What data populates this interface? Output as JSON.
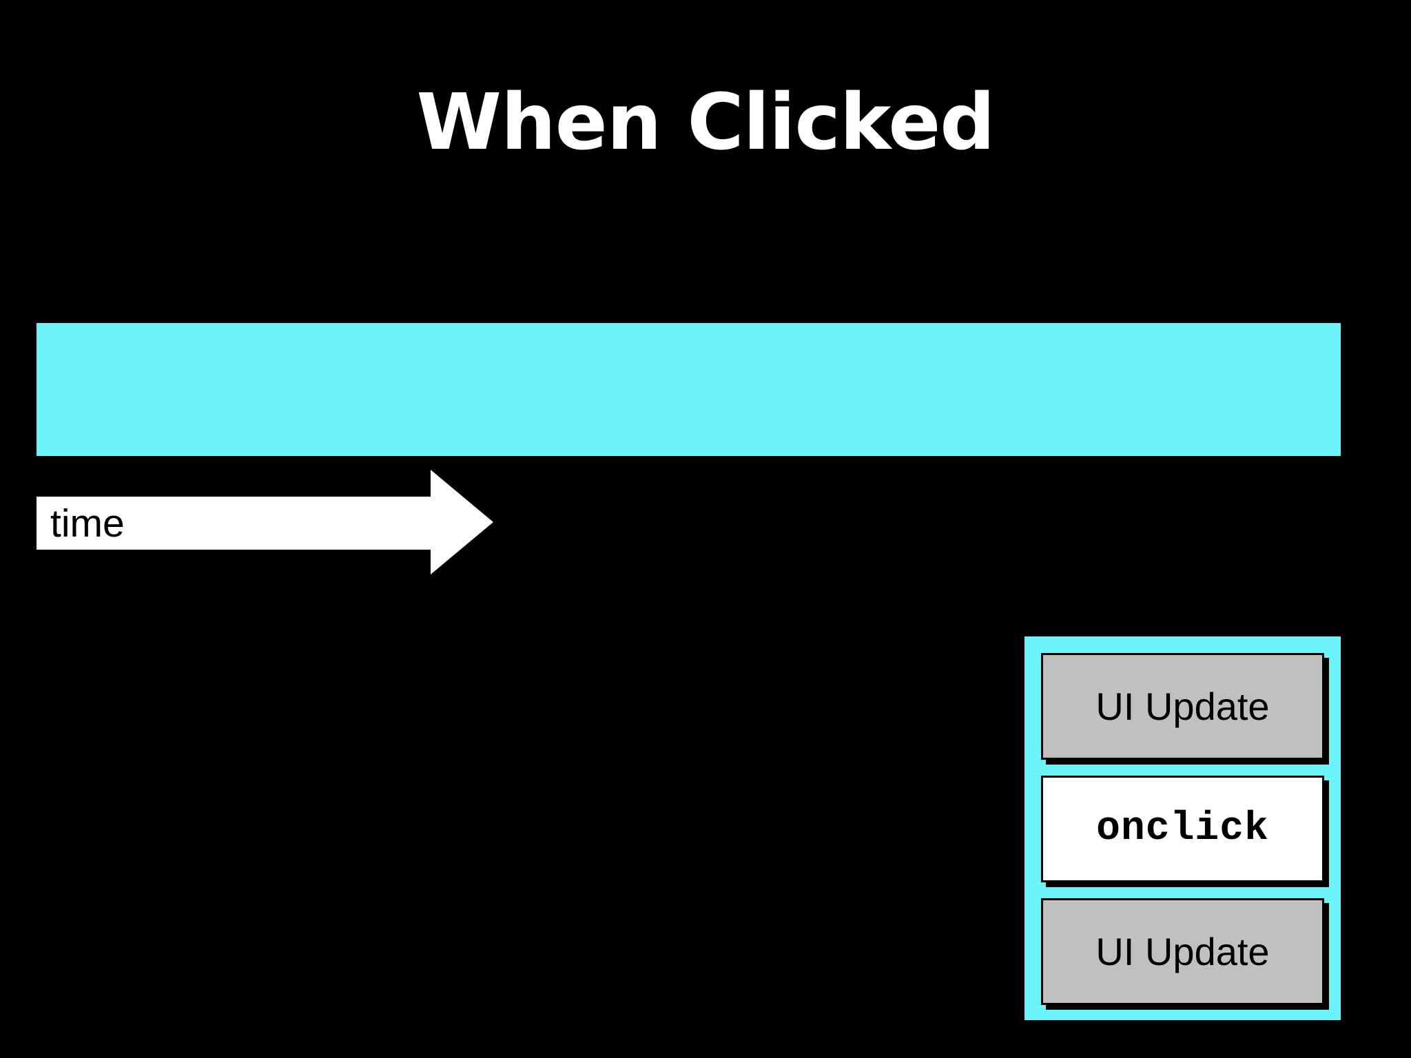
{
  "slide": {
    "title": "When Clicked",
    "background_color": "#000000"
  },
  "timeline": {
    "bar": {
      "name": "main-thread-busy-bar",
      "color": "#6bf5fa",
      "label": ""
    },
    "axis_arrow": {
      "label": "time",
      "color": "#ffffff",
      "direction": "right"
    }
  },
  "handler_stack": {
    "container_color": "#6bf5fa",
    "boxes": [
      {
        "label": "UI Update",
        "kind": "ui-update",
        "fill": "#c0c0c0"
      },
      {
        "label": "onclick",
        "kind": "handler",
        "fill": "#ffffff"
      },
      {
        "label": "UI Update",
        "kind": "ui-update",
        "fill": "#c0c0c0"
      }
    ]
  }
}
